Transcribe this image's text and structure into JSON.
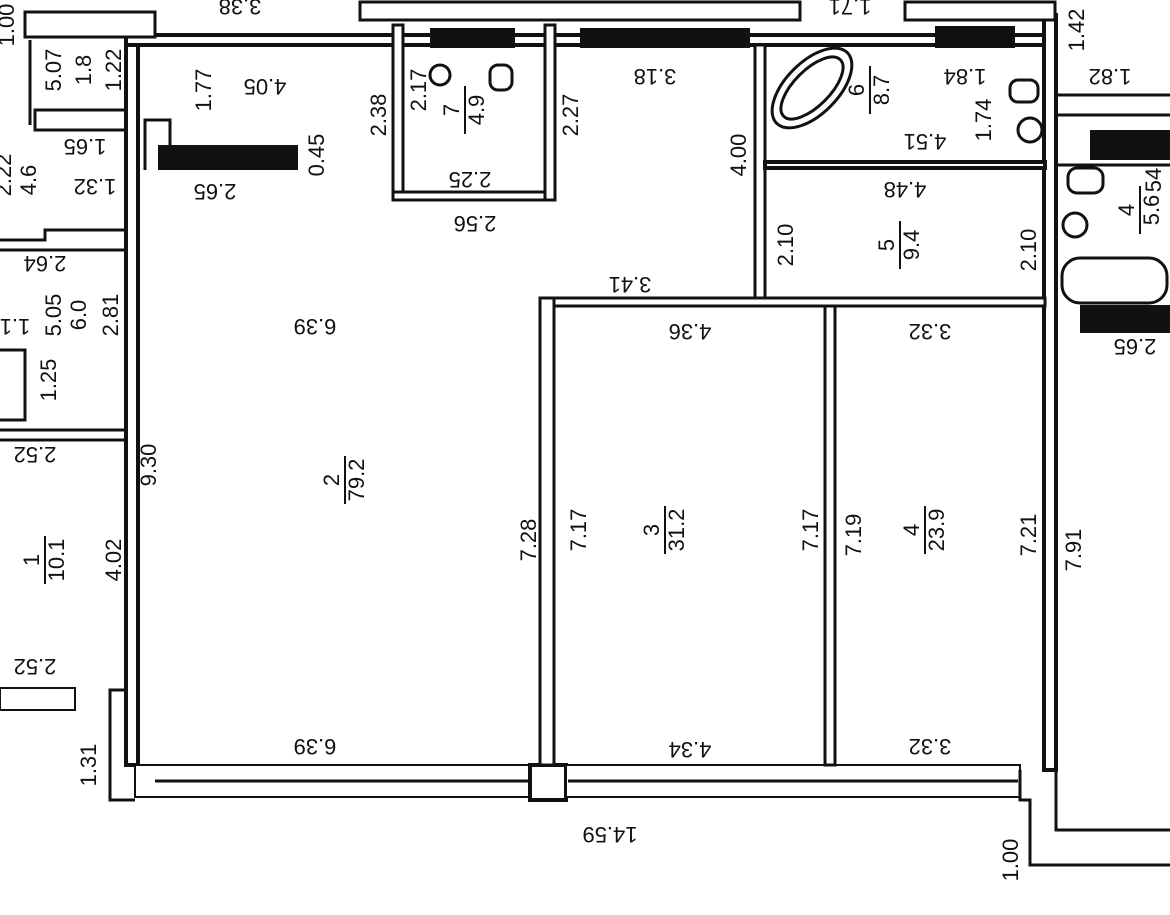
{
  "title": "Apartment floor plan",
  "labels": [
    "3.38",
    "1.71",
    "1.00",
    "1.42",
    "1.82",
    "5.07",
    "1.8",
    "1.22",
    "1.65",
    "2.22",
    "4.6",
    "1.32",
    "2.64",
    "5.05",
    "6.0",
    "2.81",
    "1.25",
    "2.52",
    "4.02",
    "2.52",
    "1.31",
    "1.77",
    "4.05",
    "0.45",
    "2.65",
    "2.38",
    "2.17",
    "2.25",
    "2.56",
    "2.27",
    "3.18",
    "4.00",
    "2.10",
    "1.84",
    "1.74",
    "4.51",
    "4.48",
    "2.10",
    "54",
    "2.65",
    "3.41",
    "6.39",
    "4.36",
    "3.32",
    "9.30",
    "7.28",
    "7.17",
    "7.17",
    "7.19",
    "7.21",
    "7.91",
    "6.39",
    "4.34",
    "3.32",
    "14.59",
    "1.00",
    "1.1"
  ],
  "rooms": [
    {
      "number": "1",
      "area": "10.1"
    },
    {
      "number": "2",
      "area": "79.2"
    },
    {
      "number": "7",
      "area": "4.9"
    },
    {
      "number": "3",
      "area": "31.2"
    },
    {
      "number": "4",
      "area": "23.9"
    },
    {
      "number": "6",
      "area": "8.7"
    },
    {
      "number": "5",
      "area": "9.4"
    },
    {
      "number": "4",
      "area": "5.6"
    }
  ]
}
